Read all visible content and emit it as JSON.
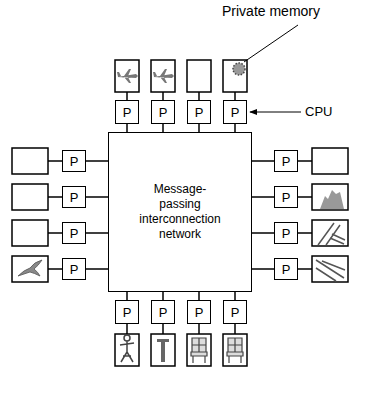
{
  "diagram": {
    "nodes": [
      {
        "text": [
          "P"
        ]
      },
      {
        "text": [
          "P"
        ]
      },
      {
        "text": [
          "P"
        ]
      },
      {
        "text": [
          "P"
        ]
      },
      {
        "text": [
          "P"
        ]
      },
      {
        "text": [
          "Message-passing interconnection network"
        ]
      },
      {
        "text": [
          "P"
        ]
      },
      {
        "text": [
          "P"
        ]
      },
      {
        "text": [
          "P"
        ]
      },
      {
        "text": [
          "P"
        ]
      },
      {
        "text": [
          "P"
        ]
      },
      {
        "text": [
          "P"
        ]
      },
      {
        "text": [
          "P"
        ]
      },
      {
        "text": [
          "P"
        ]
      },
      {
        "text": [
          "P"
        ]
      },
      {
        "text": [
          "P"
        ]
      },
      {
        "text": [
          "P"
        ]
      }
    ],
    "edges": [
      {
        "from": 0,
        "to": 5,
        "arrow": "none"
      },
      {
        "from": 1,
        "to": 5,
        "arrow": "none"
      },
      {
        "from": 2,
        "to": 5,
        "arrow": "none"
      },
      {
        "from": 3,
        "to": 5,
        "arrow": "none"
      },
      {
        "from": 4,
        "to": 5,
        "arrow": "none"
      },
      {
        "from": 6,
        "to": 5,
        "arrow": "none"
      },
      {
        "from": 7,
        "to": 5,
        "arrow": "none"
      },
      {
        "from": 8,
        "to": 5,
        "arrow": "none"
      },
      {
        "from": 9,
        "to": 5,
        "arrow": "none"
      },
      {
        "from": 10,
        "to": 5,
        "arrow": "none"
      },
      {
        "from": 11,
        "to": 5,
        "arrow": "none"
      },
      {
        "from": 12,
        "to": 5,
        "arrow": "none"
      },
      {
        "from": 13,
        "to": 5,
        "arrow": "none"
      },
      {
        "from": 14,
        "to": 5,
        "arrow": "none"
      },
      {
        "from": 15,
        "to": 5,
        "arrow": "none"
      },
      {
        "from": 16,
        "to": 5,
        "arrow": "none"
      }
    ],
    "labels": [
      "Private memory",
      "CPU"
    ]
  }
}
